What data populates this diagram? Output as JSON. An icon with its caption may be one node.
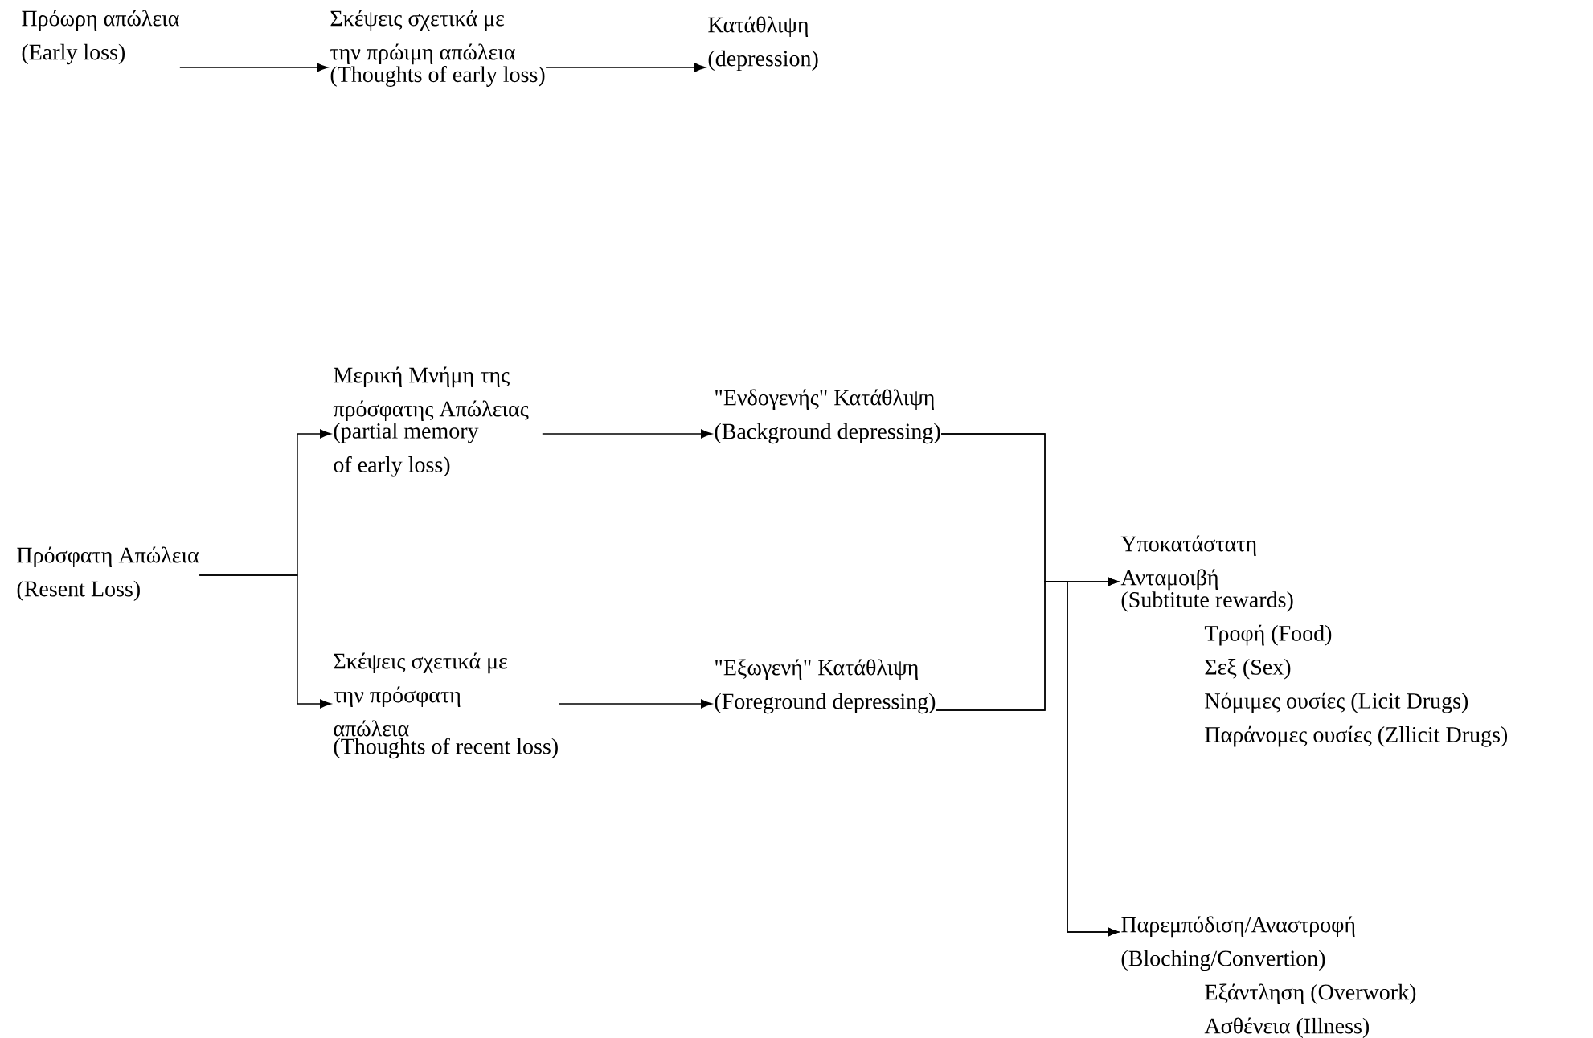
{
  "diagram": {
    "nodes": [
      {
        "text": [
          "Πρόωρη απώλεια",
          "(Early loss)"
        ]
      },
      {
        "text": [
          "Σκέψεις σχετικά με την πρώιμη απώλεια",
          "(Thoughts of early loss)"
        ]
      },
      {
        "text": [
          "Κατάθλιψη",
          "(depression)"
        ]
      },
      {
        "text": [
          "Πρόσφατη Απώλεια",
          "(Resent Loss)"
        ]
      },
      {
        "text": [
          "Μερική Μνήμη της πρόσφατης Απώλειας",
          "(partial memory of early loss)"
        ]
      },
      {
        "text": [
          "\"Ενδογενής\" Κατάθλιψη",
          "(Background depressing)"
        ]
      },
      {
        "text": [
          "Σκέψεις σχετικά με την πρόσφατη απώλεια",
          "(Thoughts of recent loss)"
        ]
      },
      {
        "text": [
          "\"Εξωγενή\" Κατάθλιψη",
          "(Foreground depressing)"
        ]
      },
      {
        "text": [
          "Υποκατάστατη Ανταμοιβή",
          "(Subtitute rewards)",
          "Τροφή (Food)",
          "Σεξ (Sex)",
          "Νόμιμες ουσίες (Licit Drugs)",
          "Παράνομες ουσίες (Zllicit Drugs)"
        ]
      },
      {
        "text": [
          "Παρεμπόδιση/Αναστροφή",
          "(Bloching/Convertion)",
          "Εξάντληση (Overwork)",
          "Ασθένεια (Illness)"
        ]
      }
    ],
    "edges": [
      {
        "from": 0,
        "to": 1,
        "arrow": "to"
      },
      {
        "from": 1,
        "to": 2,
        "arrow": "to"
      },
      {
        "from": 3,
        "to": 4,
        "arrow": "to"
      },
      {
        "from": 3,
        "to": 6,
        "arrow": "to"
      },
      {
        "from": 4,
        "to": 5,
        "arrow": "to"
      },
      {
        "from": 6,
        "to": 7,
        "arrow": "to"
      },
      {
        "from": 5,
        "to": 8,
        "arrow": "to"
      },
      {
        "from": 7,
        "to": 8,
        "arrow": "to"
      },
      {
        "from": 5,
        "to": 9,
        "arrow": "to"
      },
      {
        "from": 7,
        "to": 9,
        "arrow": "to"
      }
    ]
  }
}
